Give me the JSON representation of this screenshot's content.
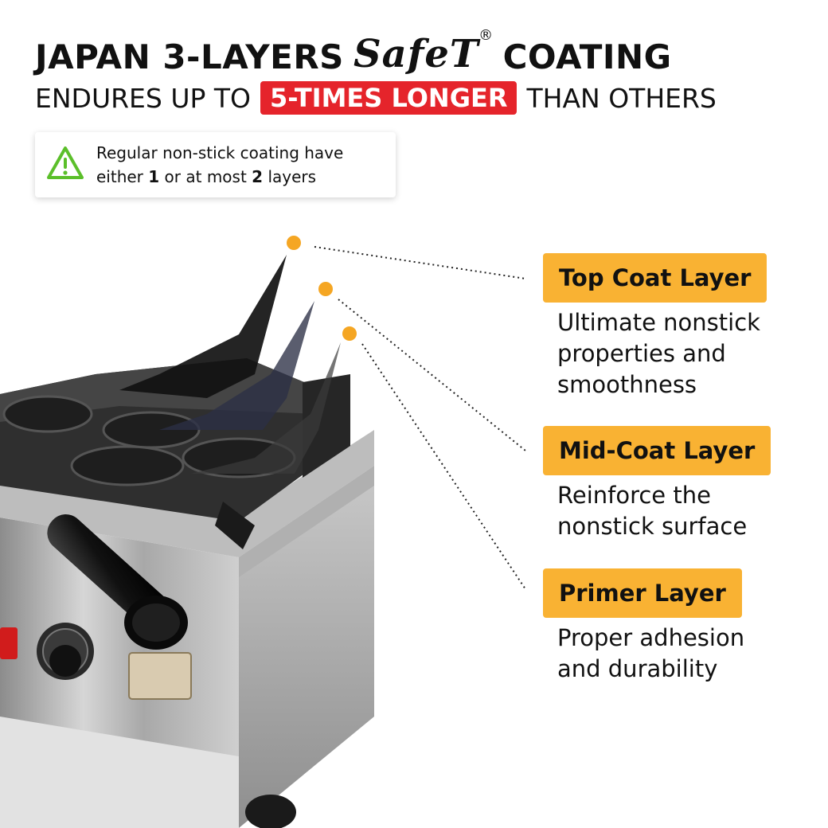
{
  "headline": {
    "part1": "JAPAN 3-LAYERS",
    "brand": "SafeT",
    "registered": "®",
    "part2": "COATING"
  },
  "subheadline": {
    "before": "ENDURES UP TO",
    "highlight": "5-TIMES LONGER",
    "after": "THAN OTHERS"
  },
  "note": {
    "line1": "Regular non-stick coating have",
    "line2_prefix": "either",
    "num1": "1",
    "mid": "or at most",
    "num2": "2",
    "suffix": "layers",
    "icon": "warning-triangle-icon"
  },
  "layers": [
    {
      "label": "Top Coat Layer",
      "description": "Ultimate nonstick properties and smoothness"
    },
    {
      "label": "Mid-Coat Layer",
      "description": "Reinforce the nonstick surface"
    },
    {
      "label": "Primer Layer",
      "description": "Proper adhesion and durability"
    }
  ],
  "colors": {
    "accent_red": "#e5242b",
    "label_orange": "#f9b233",
    "marker_dot": "#f5a623",
    "warning_green": "#5bbf2a"
  }
}
